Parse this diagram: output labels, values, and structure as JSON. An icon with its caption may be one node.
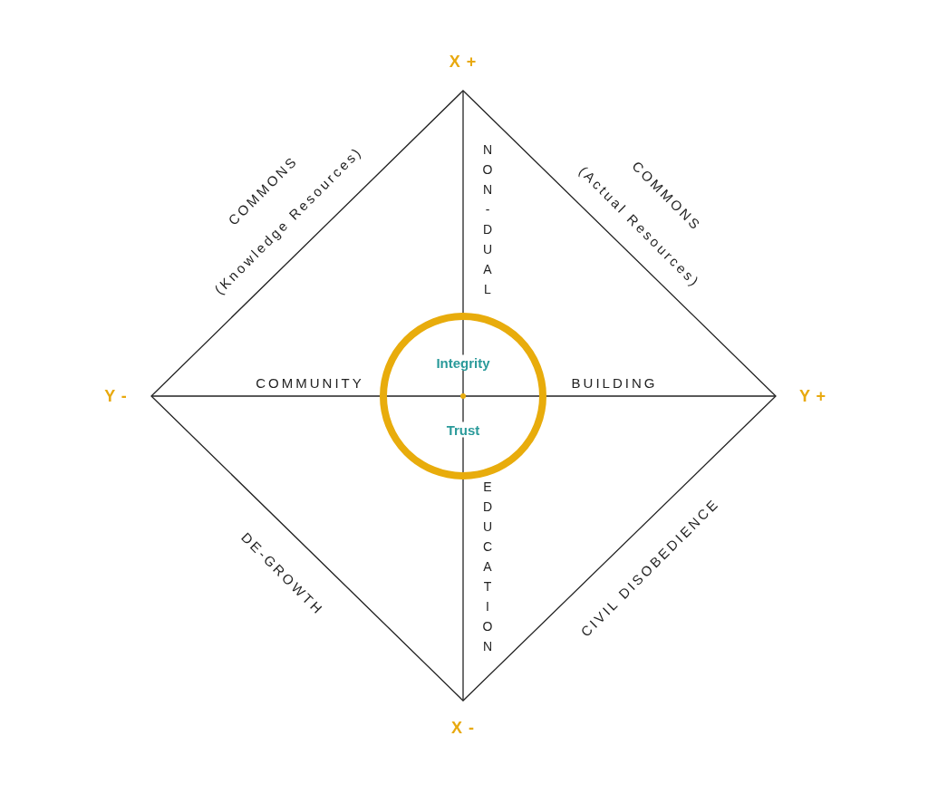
{
  "diagram": {
    "nodes": [
      {
        "text": [
          "Integrity",
          "Trust"
        ]
      }
    ],
    "labels": [
      "X +",
      "COMMONS",
      "(Knowledge Resources)",
      "COMMONS",
      "(Actual Resources)",
      "NON-DUAL",
      "Y -",
      "COMMUNITY",
      "BUILDING",
      "Y +",
      "EDUCATION",
      "DE-GROWTH",
      "CIVIL DISOBEDIENCE",
      "X -"
    ]
  }
}
